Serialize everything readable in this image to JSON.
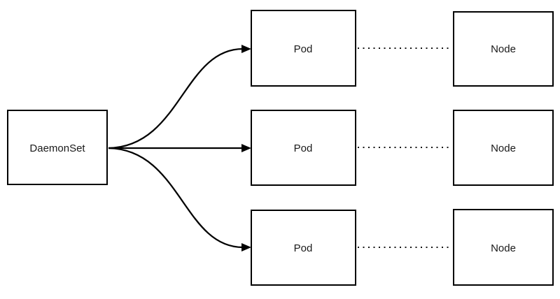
{
  "diagram": {
    "type": "flow-diagram",
    "background_color": "#ffffff",
    "stroke_color": "#000000",
    "text_color": "#1a1a1a",
    "nodes": [
      {
        "id": "daemonset",
        "label": "DaemonSet",
        "column": "left",
        "row": "middle"
      },
      {
        "id": "pod-1",
        "label": "Pod",
        "column": "middle",
        "row": "top"
      },
      {
        "id": "pod-2",
        "label": "Pod",
        "column": "middle",
        "row": "middle"
      },
      {
        "id": "pod-3",
        "label": "Pod",
        "column": "middle",
        "row": "bottom"
      },
      {
        "id": "node-1",
        "label": "Node",
        "column": "right",
        "row": "top"
      },
      {
        "id": "node-2",
        "label": "Node",
        "column": "right",
        "row": "middle"
      },
      {
        "id": "node-3",
        "label": "Node",
        "column": "right",
        "row": "bottom"
      }
    ],
    "edges": [
      {
        "from": "daemonset",
        "to": "pod-1",
        "style": "solid",
        "arrow": "filled-triangle",
        "shape": "s-curve-up"
      },
      {
        "from": "daemonset",
        "to": "pod-2",
        "style": "solid",
        "arrow": "filled-triangle",
        "shape": "straight"
      },
      {
        "from": "daemonset",
        "to": "pod-3",
        "style": "solid",
        "arrow": "filled-triangle",
        "shape": "s-curve-down"
      },
      {
        "from": "pod-1",
        "to": "node-1",
        "style": "dotted",
        "arrow": "none",
        "shape": "straight"
      },
      {
        "from": "pod-2",
        "to": "node-2",
        "style": "dotted",
        "arrow": "none",
        "shape": "straight"
      },
      {
        "from": "pod-3",
        "to": "node-3",
        "style": "dotted",
        "arrow": "none",
        "shape": "straight"
      }
    ]
  }
}
